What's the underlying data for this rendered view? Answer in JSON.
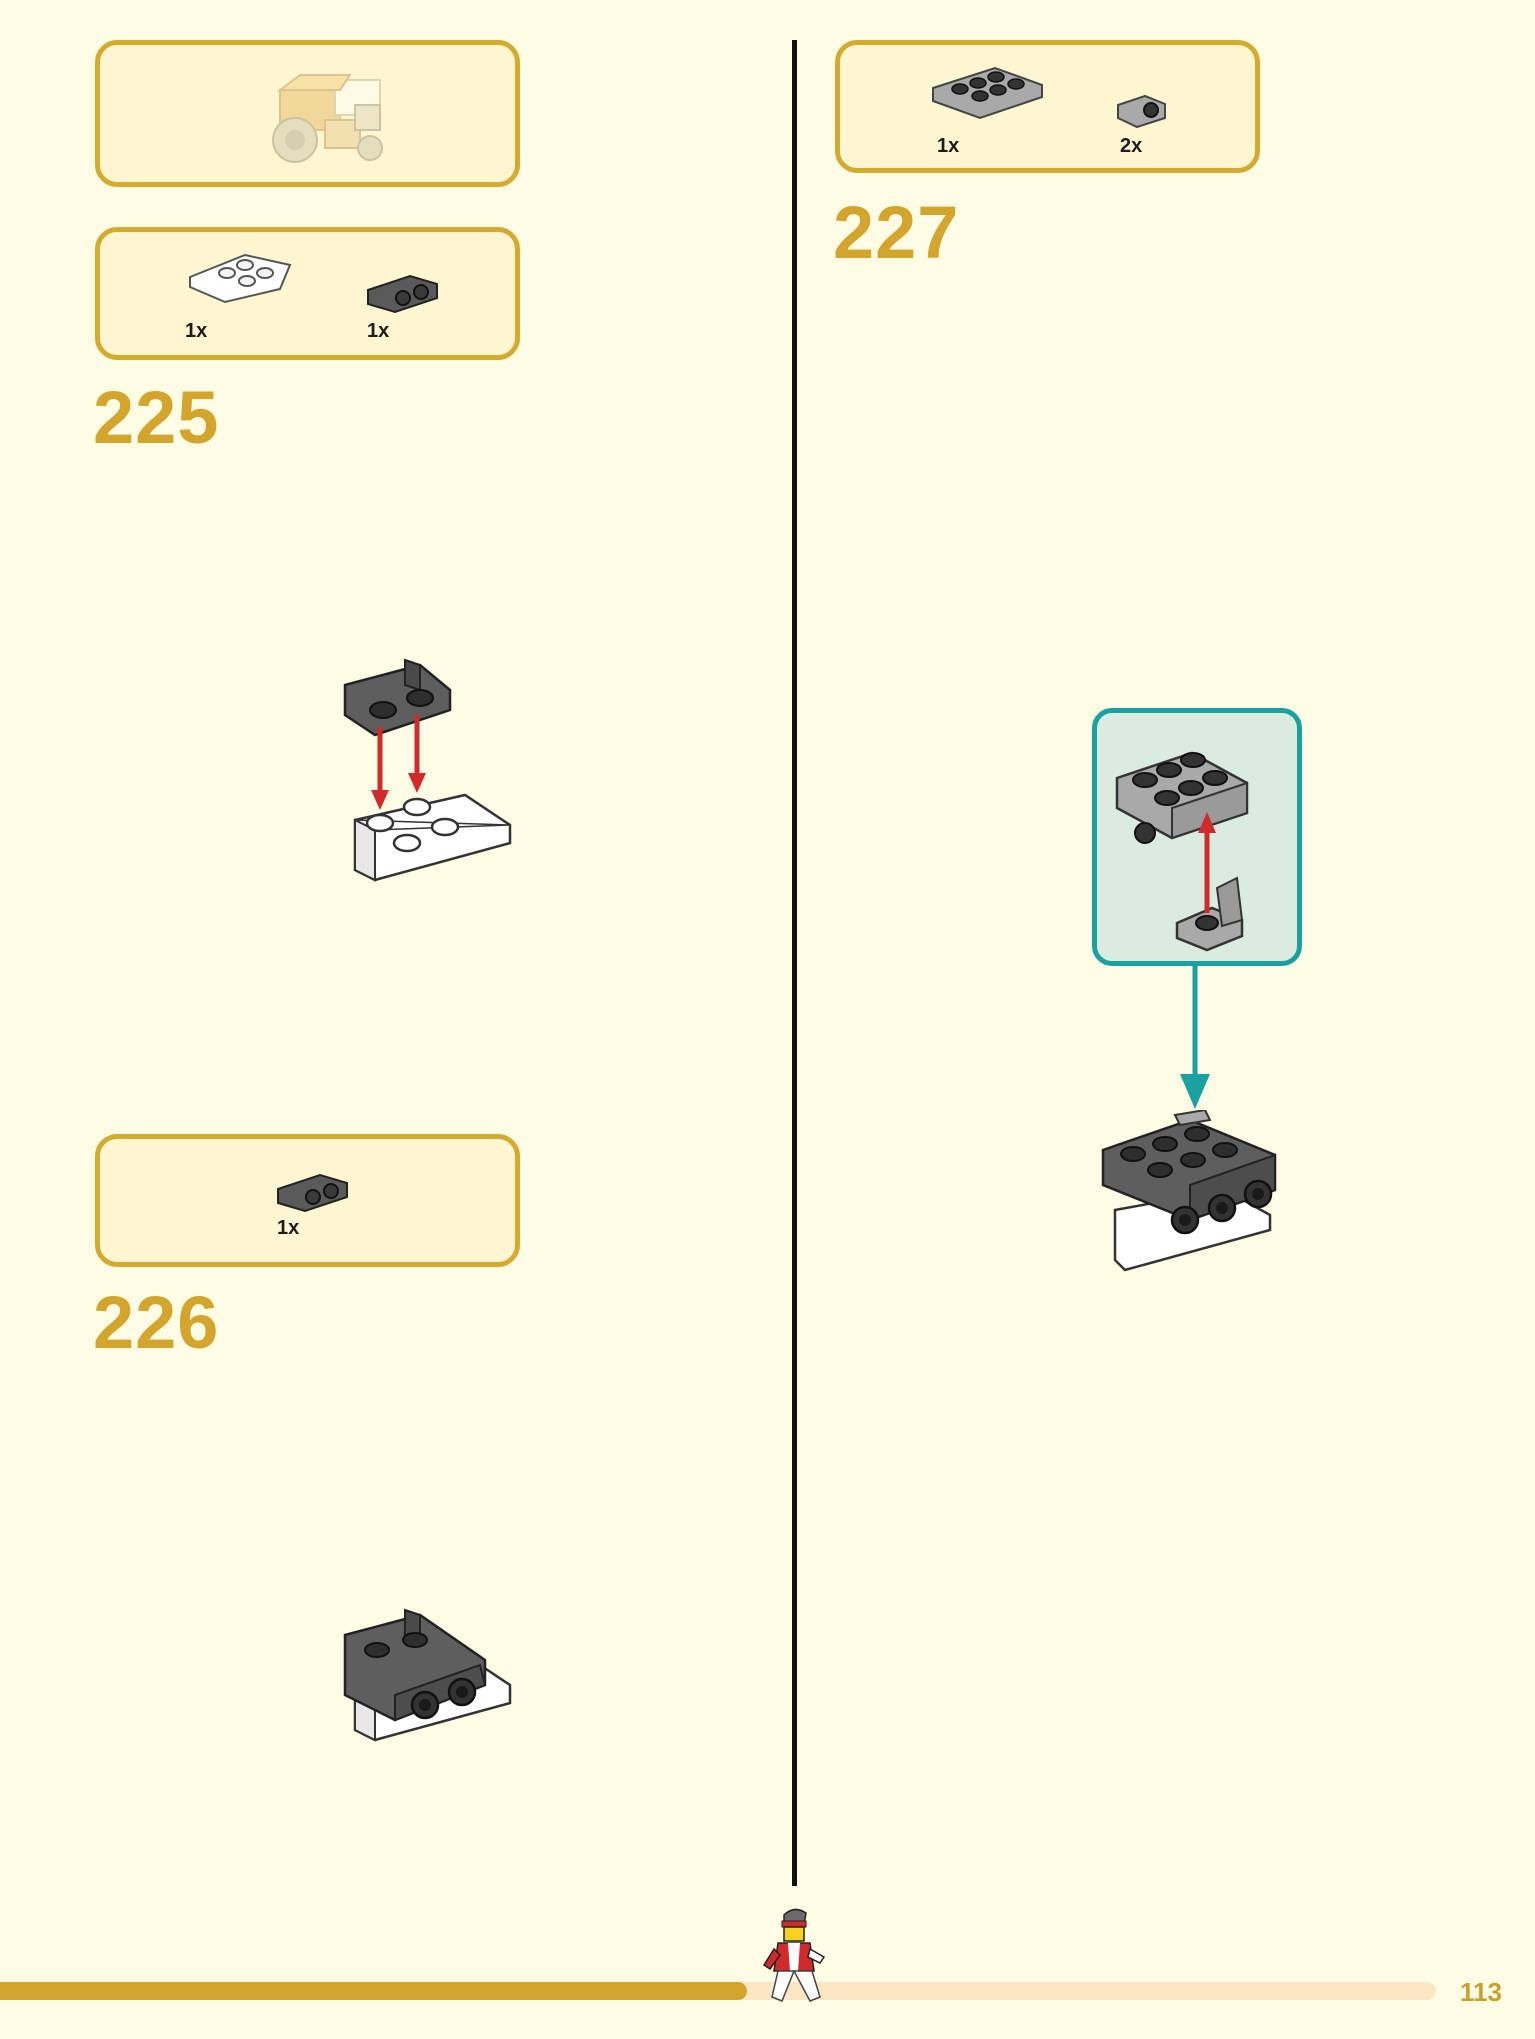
{
  "page": {
    "number": "113",
    "progress": 0.52,
    "colors": {
      "background": "#fefce4",
      "accent": "#d3a52c",
      "callout": "#1aa1a1",
      "arrow": "#d12a2a"
    }
  },
  "overview": {
    "icon": "build-overview-icon"
  },
  "steps": [
    {
      "number": "225",
      "parts": [
        {
          "name": "white-wedge-plate",
          "qty": "1x"
        },
        {
          "name": "dark-gray-bracket",
          "qty": "1x"
        }
      ]
    },
    {
      "number": "226",
      "parts": [
        {
          "name": "dark-gray-bracket",
          "qty": "1x"
        }
      ]
    },
    {
      "number": "227",
      "parts": [
        {
          "name": "light-gray-plate-2x3",
          "qty": "1x"
        },
        {
          "name": "light-gray-bracket-1x1",
          "qty": "2x"
        }
      ]
    }
  ],
  "mascot": {
    "icon": "running-minifigure-icon"
  }
}
